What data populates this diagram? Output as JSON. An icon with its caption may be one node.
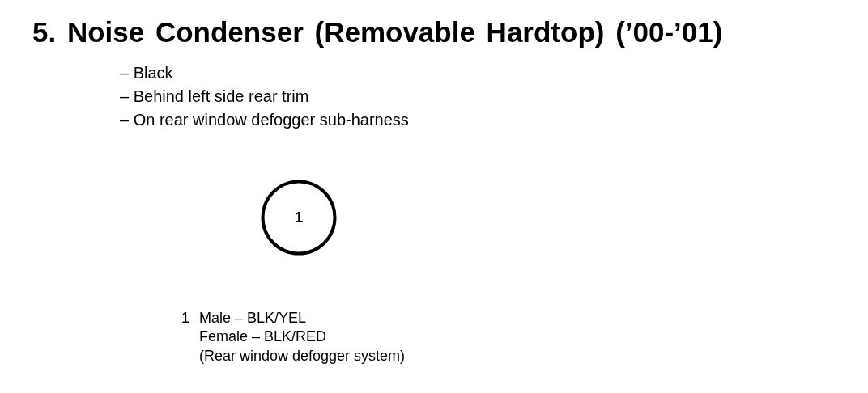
{
  "diagram": {
    "title": "5. Noise Condenser (Removable Hardtop) (’00-’01)",
    "nodes": [
      {
        "text": [
          "1"
        ]
      }
    ],
    "labels": [
      "– Black",
      "– Behind left side rear trim",
      "– On rear window defogger sub-harness",
      "1",
      "Male – BLK/YEL",
      "Female – BLK/RED",
      "(Rear window defogger system)"
    ]
  }
}
